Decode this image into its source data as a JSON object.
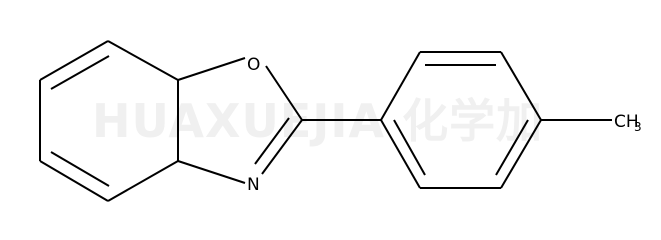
{
  "watermark": {
    "text": "HUAXUEJIA 化学加"
  },
  "molecule": {
    "atoms": {
      "oxygen": "O",
      "nitrogen": "N",
      "methyl_main": "CH",
      "methyl_sub": "3"
    }
  }
}
